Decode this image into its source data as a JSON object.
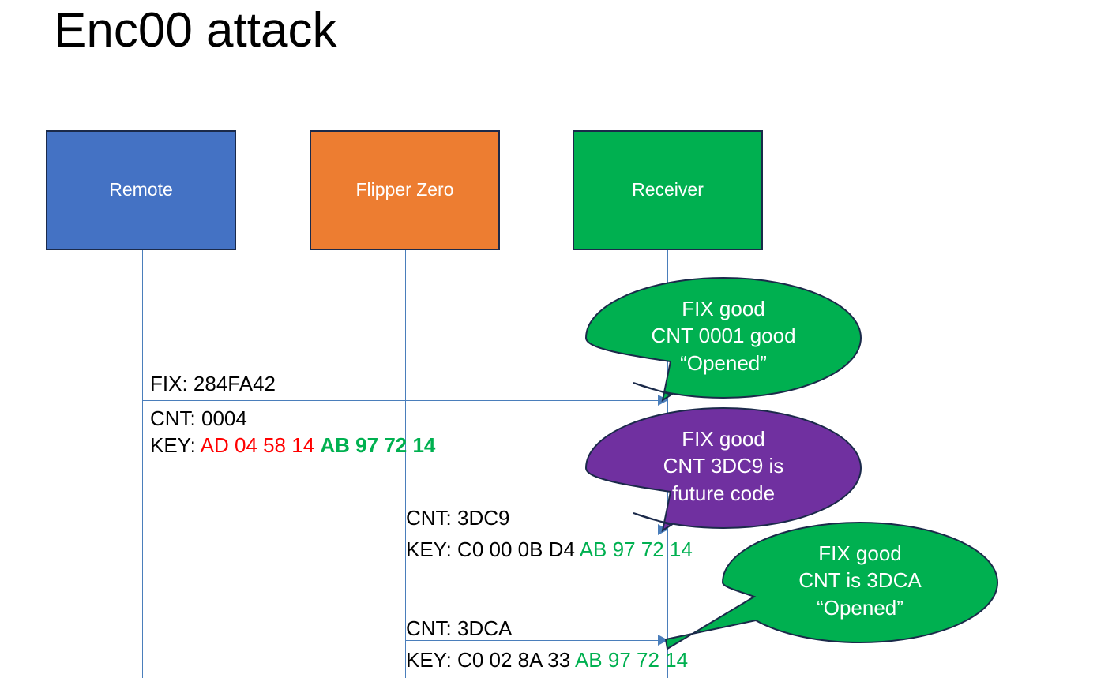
{
  "slide": {
    "title": "Enc00 attack",
    "background": "#ffffff"
  },
  "colors": {
    "remote_blue": "#4472C4",
    "flipper_orange": "#ED7D31",
    "receiver_green": "#00B050",
    "future_purple": "#7030A0",
    "lifeline_blue": "#4a7ebb",
    "hex_red": "#FF0000",
    "hex_green": "#00B050",
    "outline": "#1b2a4a"
  },
  "actors": [
    {
      "id": "remote",
      "label": "Remote"
    },
    {
      "id": "flipper",
      "label": "Flipper Zero"
    },
    {
      "id": "receiver",
      "label": "Receiver"
    }
  ],
  "messages": [
    {
      "id": "msg1",
      "from": "remote",
      "to": "receiver",
      "fix_label": "FIX: 284FA42",
      "cnt_label": "CNT: 0004",
      "key_prefix": "KEY: ",
      "key_part1": "AD 04 58 14",
      "key_part2": "AB 97 72 14"
    },
    {
      "id": "msg2",
      "from": "flipper",
      "to": "receiver",
      "cnt_label": "CNT: 3DC9",
      "key_prefix": "KEY: C0 00 0B D4 ",
      "key_part2": "AB 97 72 14"
    },
    {
      "id": "msg3",
      "from": "flipper",
      "to": "receiver",
      "cnt_label": "CNT: 3DCA",
      "key_prefix": "KEY: C0 02 8A 33 ",
      "key_part2": "AB 97 72 14"
    }
  ],
  "callouts": [
    {
      "id": "callout1",
      "color": "#00B050",
      "line1": "FIX good",
      "line2": "CNT 0001 good",
      "line3": "“Opened”"
    },
    {
      "id": "callout2",
      "color": "#7030A0",
      "line1": "FIX good",
      "line2": "CNT 3DC9 is",
      "line3": "future code"
    },
    {
      "id": "callout3",
      "color": "#00B050",
      "line1": "FIX good",
      "line2": "CNT is 3DCA",
      "line3": "“Opened”"
    }
  ]
}
